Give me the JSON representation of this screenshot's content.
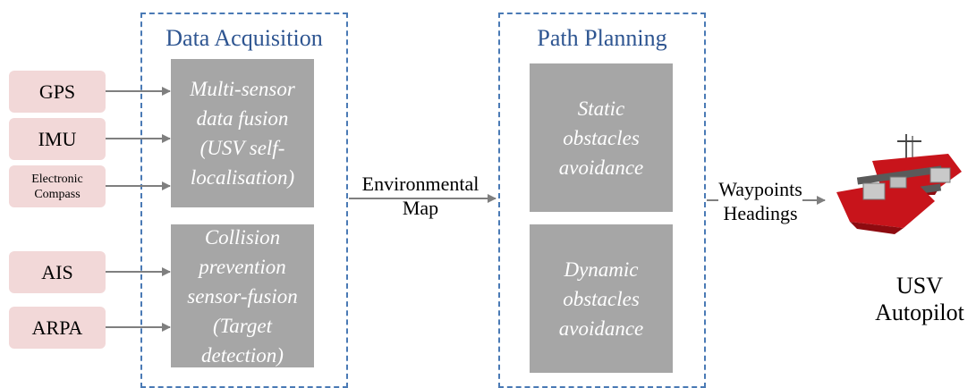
{
  "sections": {
    "data_acquisition": "Data Acquisition",
    "path_planning": "Path Planning"
  },
  "sensors": {
    "gps": "GPS",
    "imu": "IMU",
    "compass_line1": "Electronic",
    "compass_line2": "Compass",
    "ais": "AIS",
    "arpa": "ARPA"
  },
  "processes": {
    "fusion": [
      "Multi-sensor",
      "data fusion",
      "(USV self-",
      "localisation)"
    ],
    "collision": [
      "Collision",
      "prevention",
      "sensor-fusion",
      "(Target",
      "detection)"
    ],
    "static": [
      "Static",
      "obstacles",
      "avoidance"
    ],
    "dynamic": [
      "Dynamic",
      "obstacles",
      "avoidance"
    ]
  },
  "edges": {
    "env_map": [
      "Environmental",
      "Map"
    ],
    "waypoints": [
      "Waypoints",
      "Headings"
    ]
  },
  "output": {
    "line1": "USV",
    "line2": "Autopilot"
  },
  "colors": {
    "sensor_fill": "#f2d8d8",
    "process_fill": "#a6a6a6",
    "dashed_border": "#4a7ab5",
    "title_text": "#2e5591",
    "hull": "#c8141b"
  }
}
